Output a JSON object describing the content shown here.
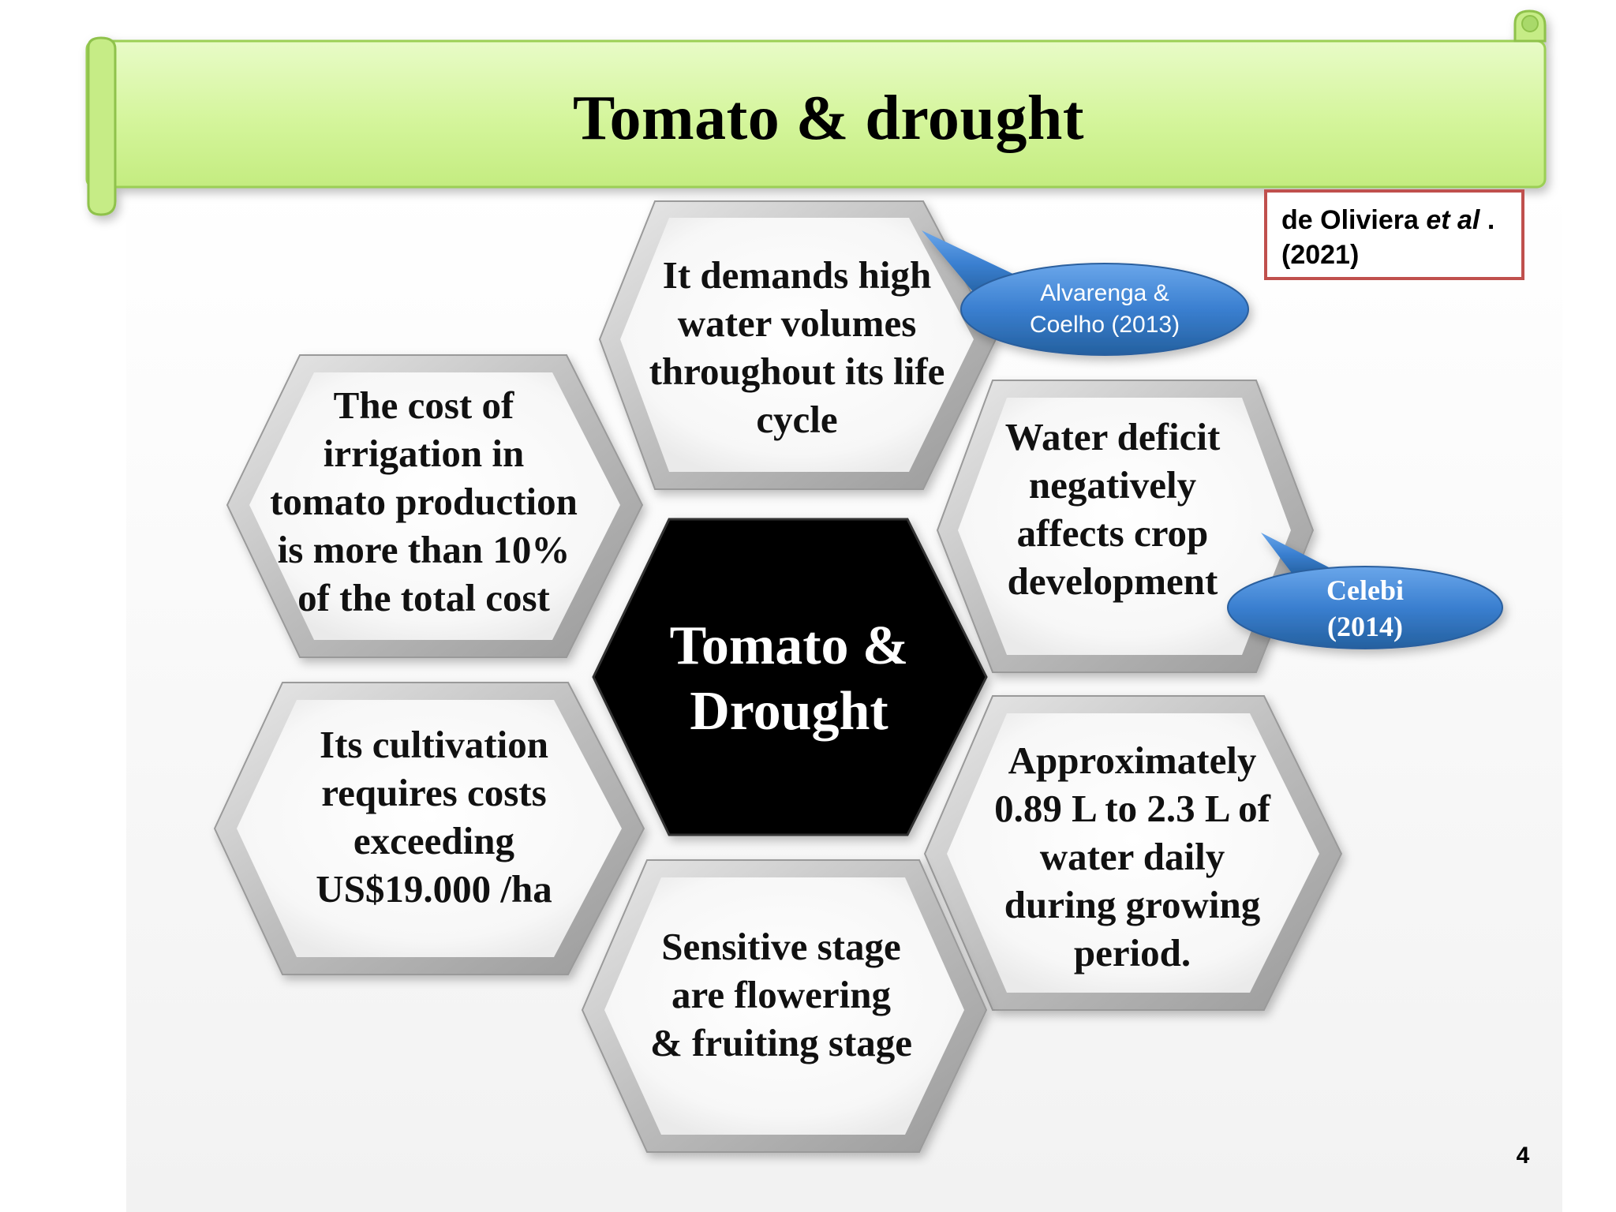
{
  "slide": {
    "title": "Tomato & drought",
    "page_number": "4",
    "reference": {
      "authors_prefix": "de Oliviera ",
      "authors_italic": "et al",
      "authors_suffix": " .",
      "year": "(2021)"
    }
  },
  "diagram": {
    "center": {
      "line1": "Tomato &",
      "line2": "Drought"
    },
    "hexagons": {
      "top": [
        "It demands high",
        "water volumes",
        "throughout its life",
        "cycle"
      ],
      "upper_left": [
        "The cost of",
        "irrigation in",
        "tomato production",
        "is more than 10%",
        "of the total cost"
      ],
      "upper_right": [
        "Water deficit",
        "negatively",
        "affects crop",
        "development"
      ],
      "lower_left": [
        "Its cultivation",
        "requires costs",
        "exceeding",
        "US$19.000 /ha"
      ],
      "lower_right": [
        "Approximately",
        "0.89 L to 2.3 L of",
        "water daily",
        "during growing",
        "period."
      ],
      "bottom": [
        "Sensitive stage",
        "are flowering",
        "& fruiting stage"
      ]
    },
    "callouts": {
      "alvarenga": [
        "Alvarenga &",
        "Coelho (2013)"
      ],
      "celebi": [
        "Celebi",
        "(2014)"
      ]
    }
  },
  "colors": {
    "banner_fill": "#d9f7a8",
    "banner_edge": "#9bcf55",
    "hex_face": "#ffffff",
    "hex_bevel": "#c8c8c8",
    "center_fill": "#000000",
    "callout_fill": "#3a7fd0",
    "reference_border": "#c0504d"
  }
}
